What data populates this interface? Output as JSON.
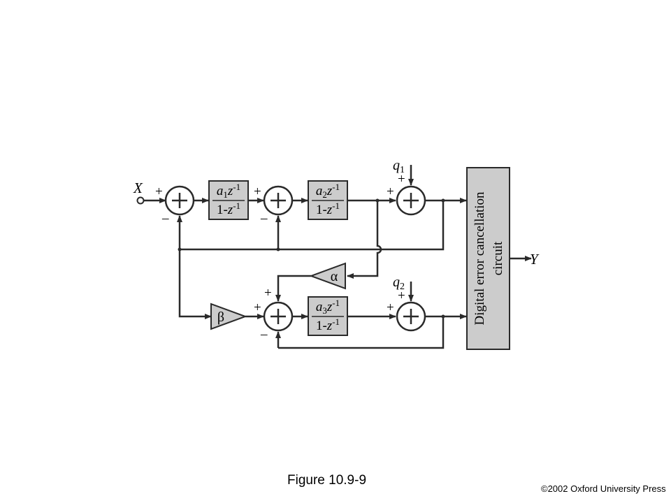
{
  "diagram": {
    "labels": {
      "input": "X",
      "output": "Y",
      "q1": "q",
      "q1_sub": "1",
      "q2": "q",
      "q2_sub": "2",
      "alpha": "α",
      "beta": "β",
      "plus": "+",
      "minus": "–"
    },
    "blocks": {
      "integrator1": {
        "coef": "a",
        "coef_sub": "1",
        "num_var": "z",
        "num_exp": "-1",
        "den_prefix": "1-",
        "den_var": "z",
        "den_exp": "-1"
      },
      "integrator2": {
        "coef": "a",
        "coef_sub": "2",
        "num_var": "z",
        "num_exp": "-1",
        "den_prefix": "1-",
        "den_var": "z",
        "den_exp": "-1"
      },
      "integrator3": {
        "coef": "a",
        "coef_sub": "3",
        "num_var": "z",
        "num_exp": "-1",
        "den_prefix": "1-",
        "den_var": "z",
        "den_exp": "-1"
      }
    },
    "dec_block": {
      "line1": "Digital error cancellation",
      "line2": "circuit"
    }
  },
  "caption": "Figure 10.9-9",
  "copyright": "©2002 Oxford University Press",
  "colors": {
    "block_fill": "#cccccc",
    "stroke": "#2a2a2a"
  }
}
